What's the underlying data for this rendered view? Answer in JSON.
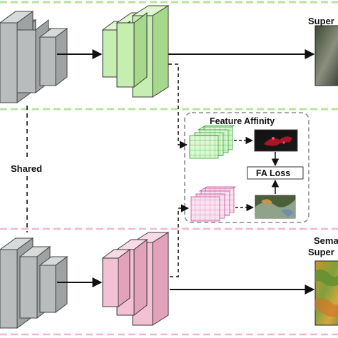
{
  "labels": {
    "top_branch_label": "Super",
    "shared_label": "Shared",
    "feature_affinity_title": "Feature Affinity",
    "fa_loss_label": "FA Loss",
    "bottom_branch_label_line1": "Sema",
    "bottom_branch_label_line2": "Super"
  },
  "colors": {
    "encoder_gray": "#b9bcbc",
    "decoder_green": "#c6eeb0",
    "decoder_pink": "#f2c2d4",
    "band_green_dash": "#b7e3a0",
    "band_pink_dash": "#f0b9cb",
    "affinity_box_dash": "#8a8a8a",
    "arrow": "#111111",
    "grid_green": "#6fd46f",
    "grid_pink": "#e7a6cf"
  }
}
